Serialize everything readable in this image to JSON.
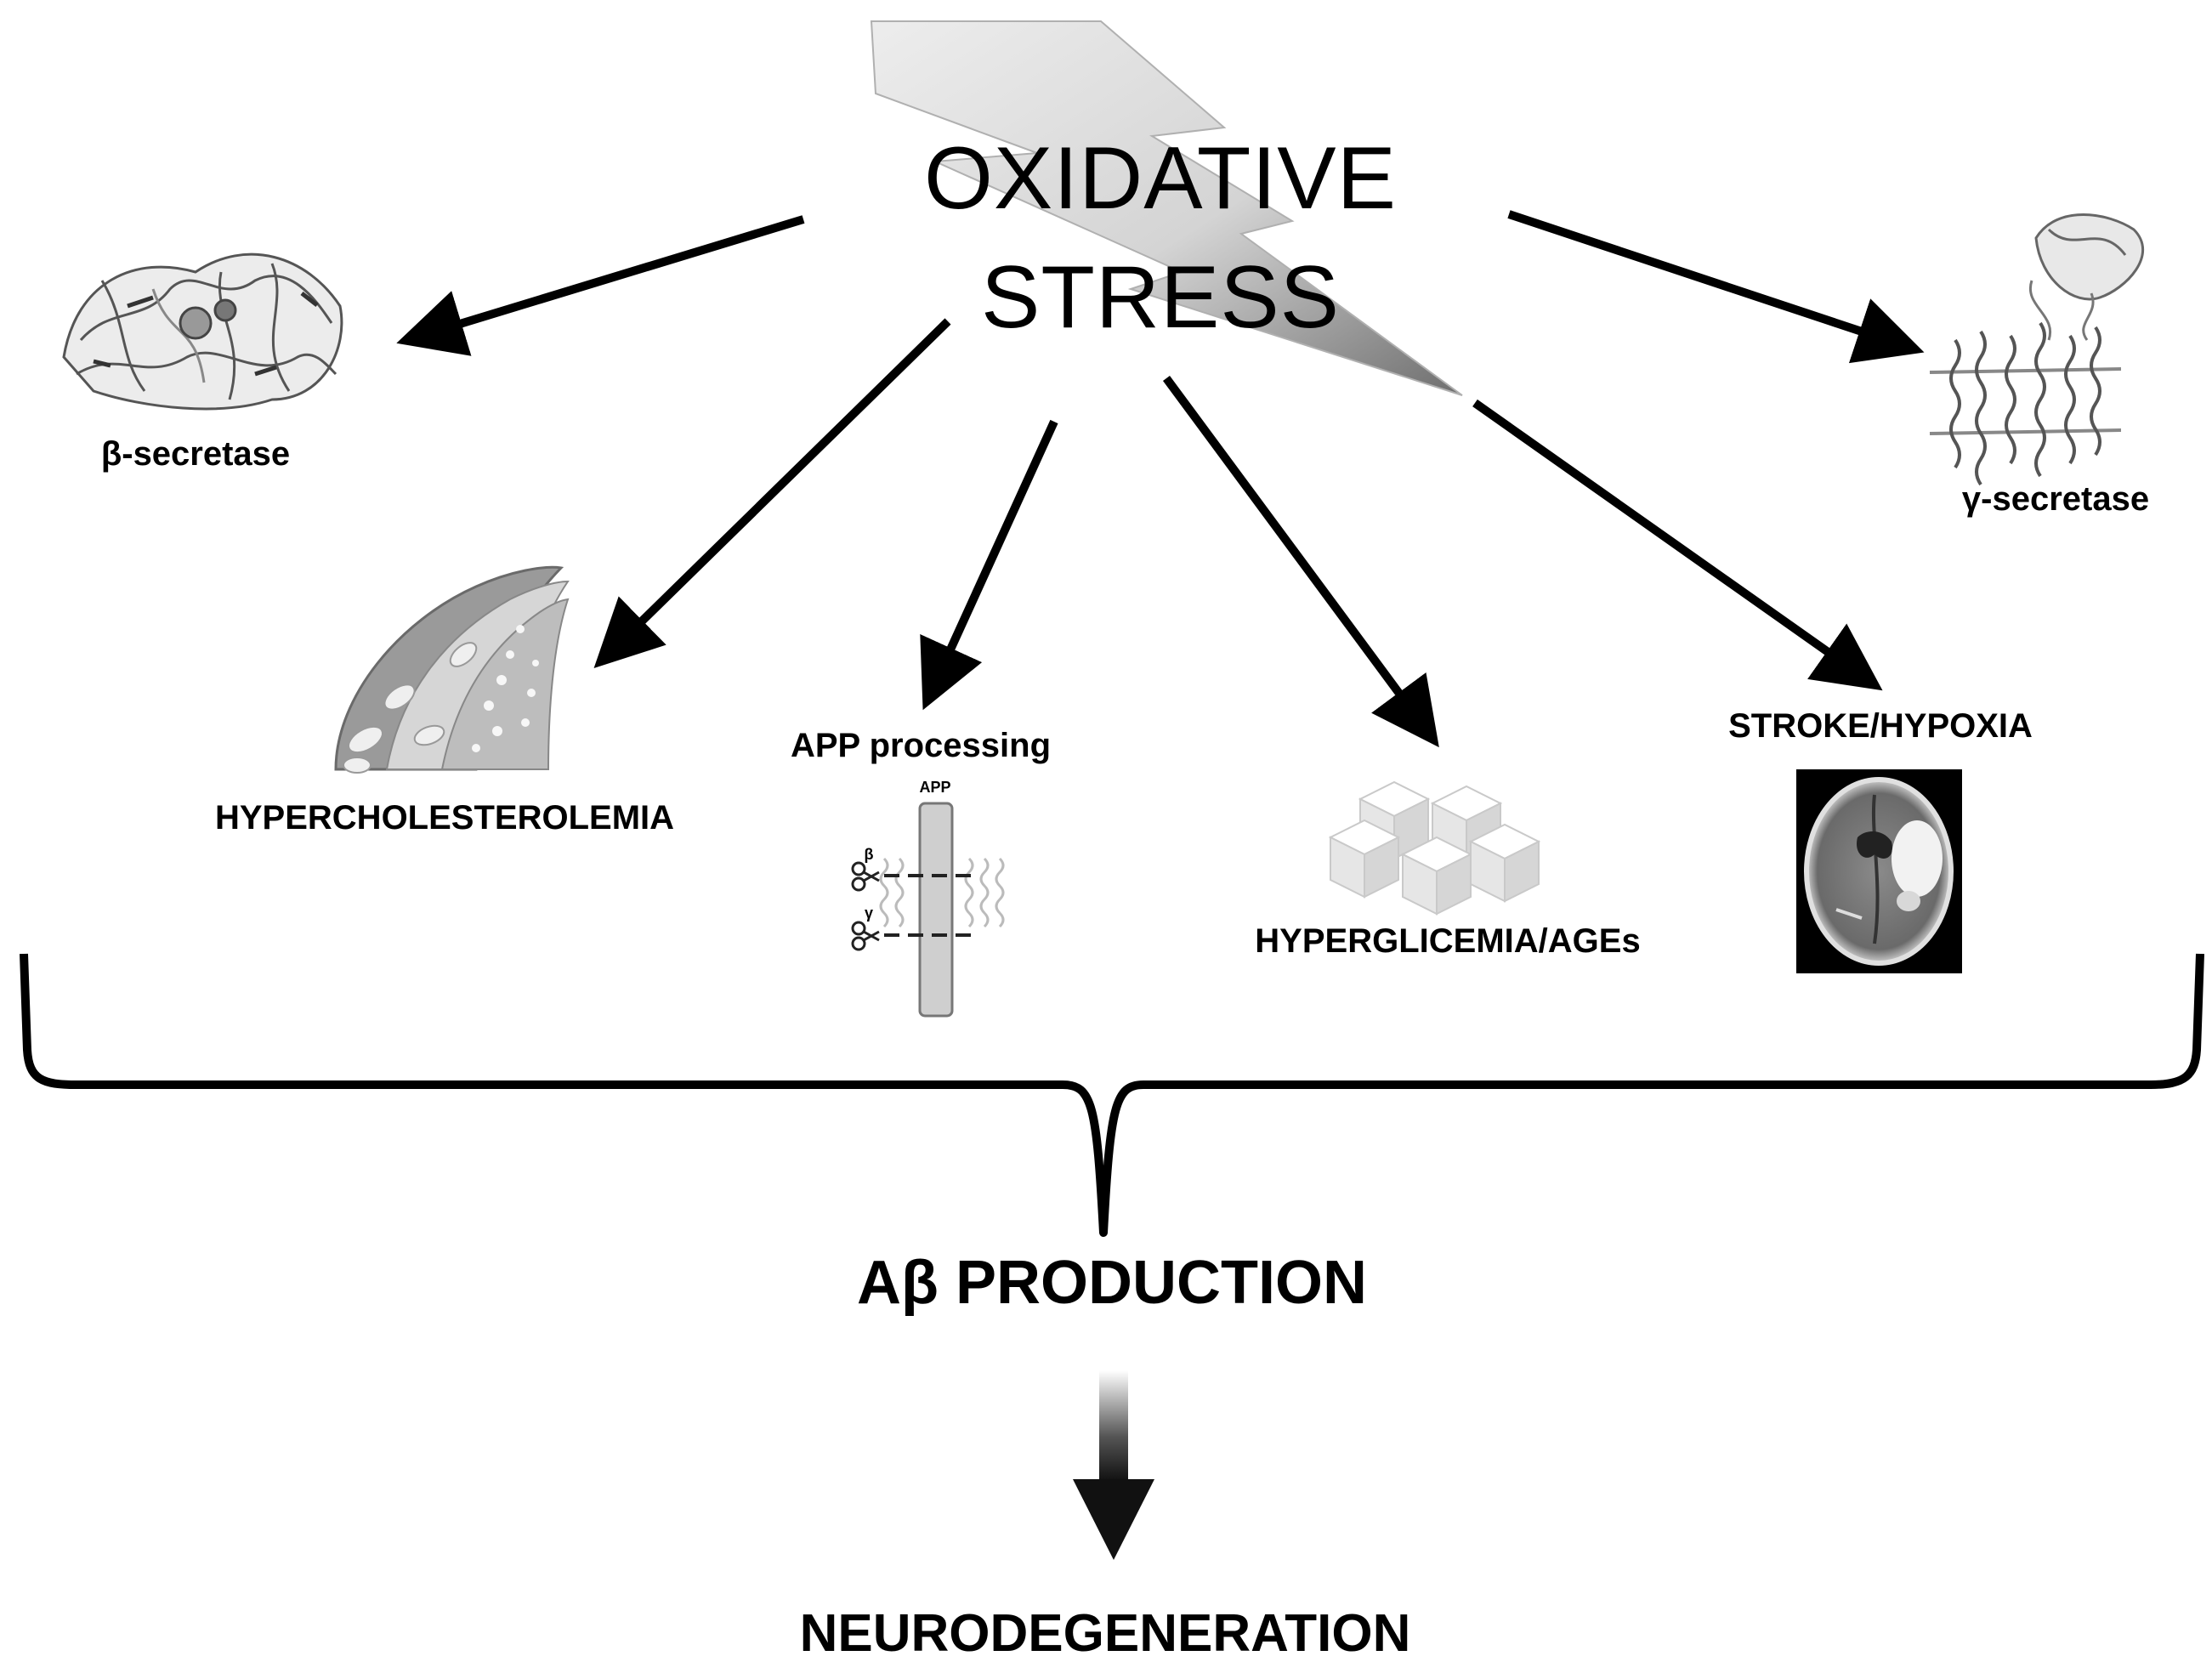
{
  "title": {
    "line1": "OXIDATIVE",
    "line2": "STRESS"
  },
  "nodes": {
    "beta_secretase": "β-secretase",
    "gamma_secretase": "γ-secretase",
    "hypercholesterolemia": "HYPERCHOLESTEROLEMIA",
    "app_processing": "APP processing",
    "hyperglycemia": "HYPERGLICEMIA/AGEs",
    "stroke": "STROKE/HYPOXIA"
  },
  "app_diagram": {
    "top_label": "APP",
    "beta": "β",
    "gamma": "γ"
  },
  "outcome": "Aβ PRODUCTION",
  "final": "NEURODEGENERATION",
  "colors": {
    "ink": "#000000",
    "bolt_light": "#e4e4e4",
    "bolt_dark": "#7a7a7a"
  }
}
